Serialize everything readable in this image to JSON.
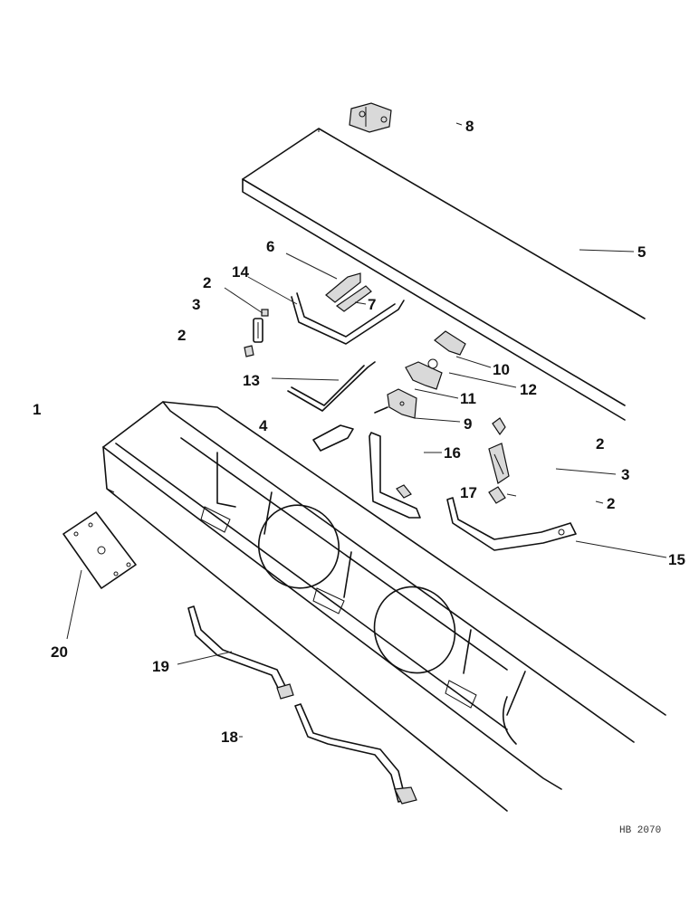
{
  "callouts": [
    "8",
    "5",
    "6",
    "14",
    "2",
    "7",
    "3",
    "2",
    "10",
    "12",
    "13",
    "11",
    "1",
    "9",
    "4",
    "2",
    "16",
    "3",
    "17",
    "2",
    "15",
    "20",
    "19",
    "18"
  ],
  "drawing_ref": "HB 2070"
}
